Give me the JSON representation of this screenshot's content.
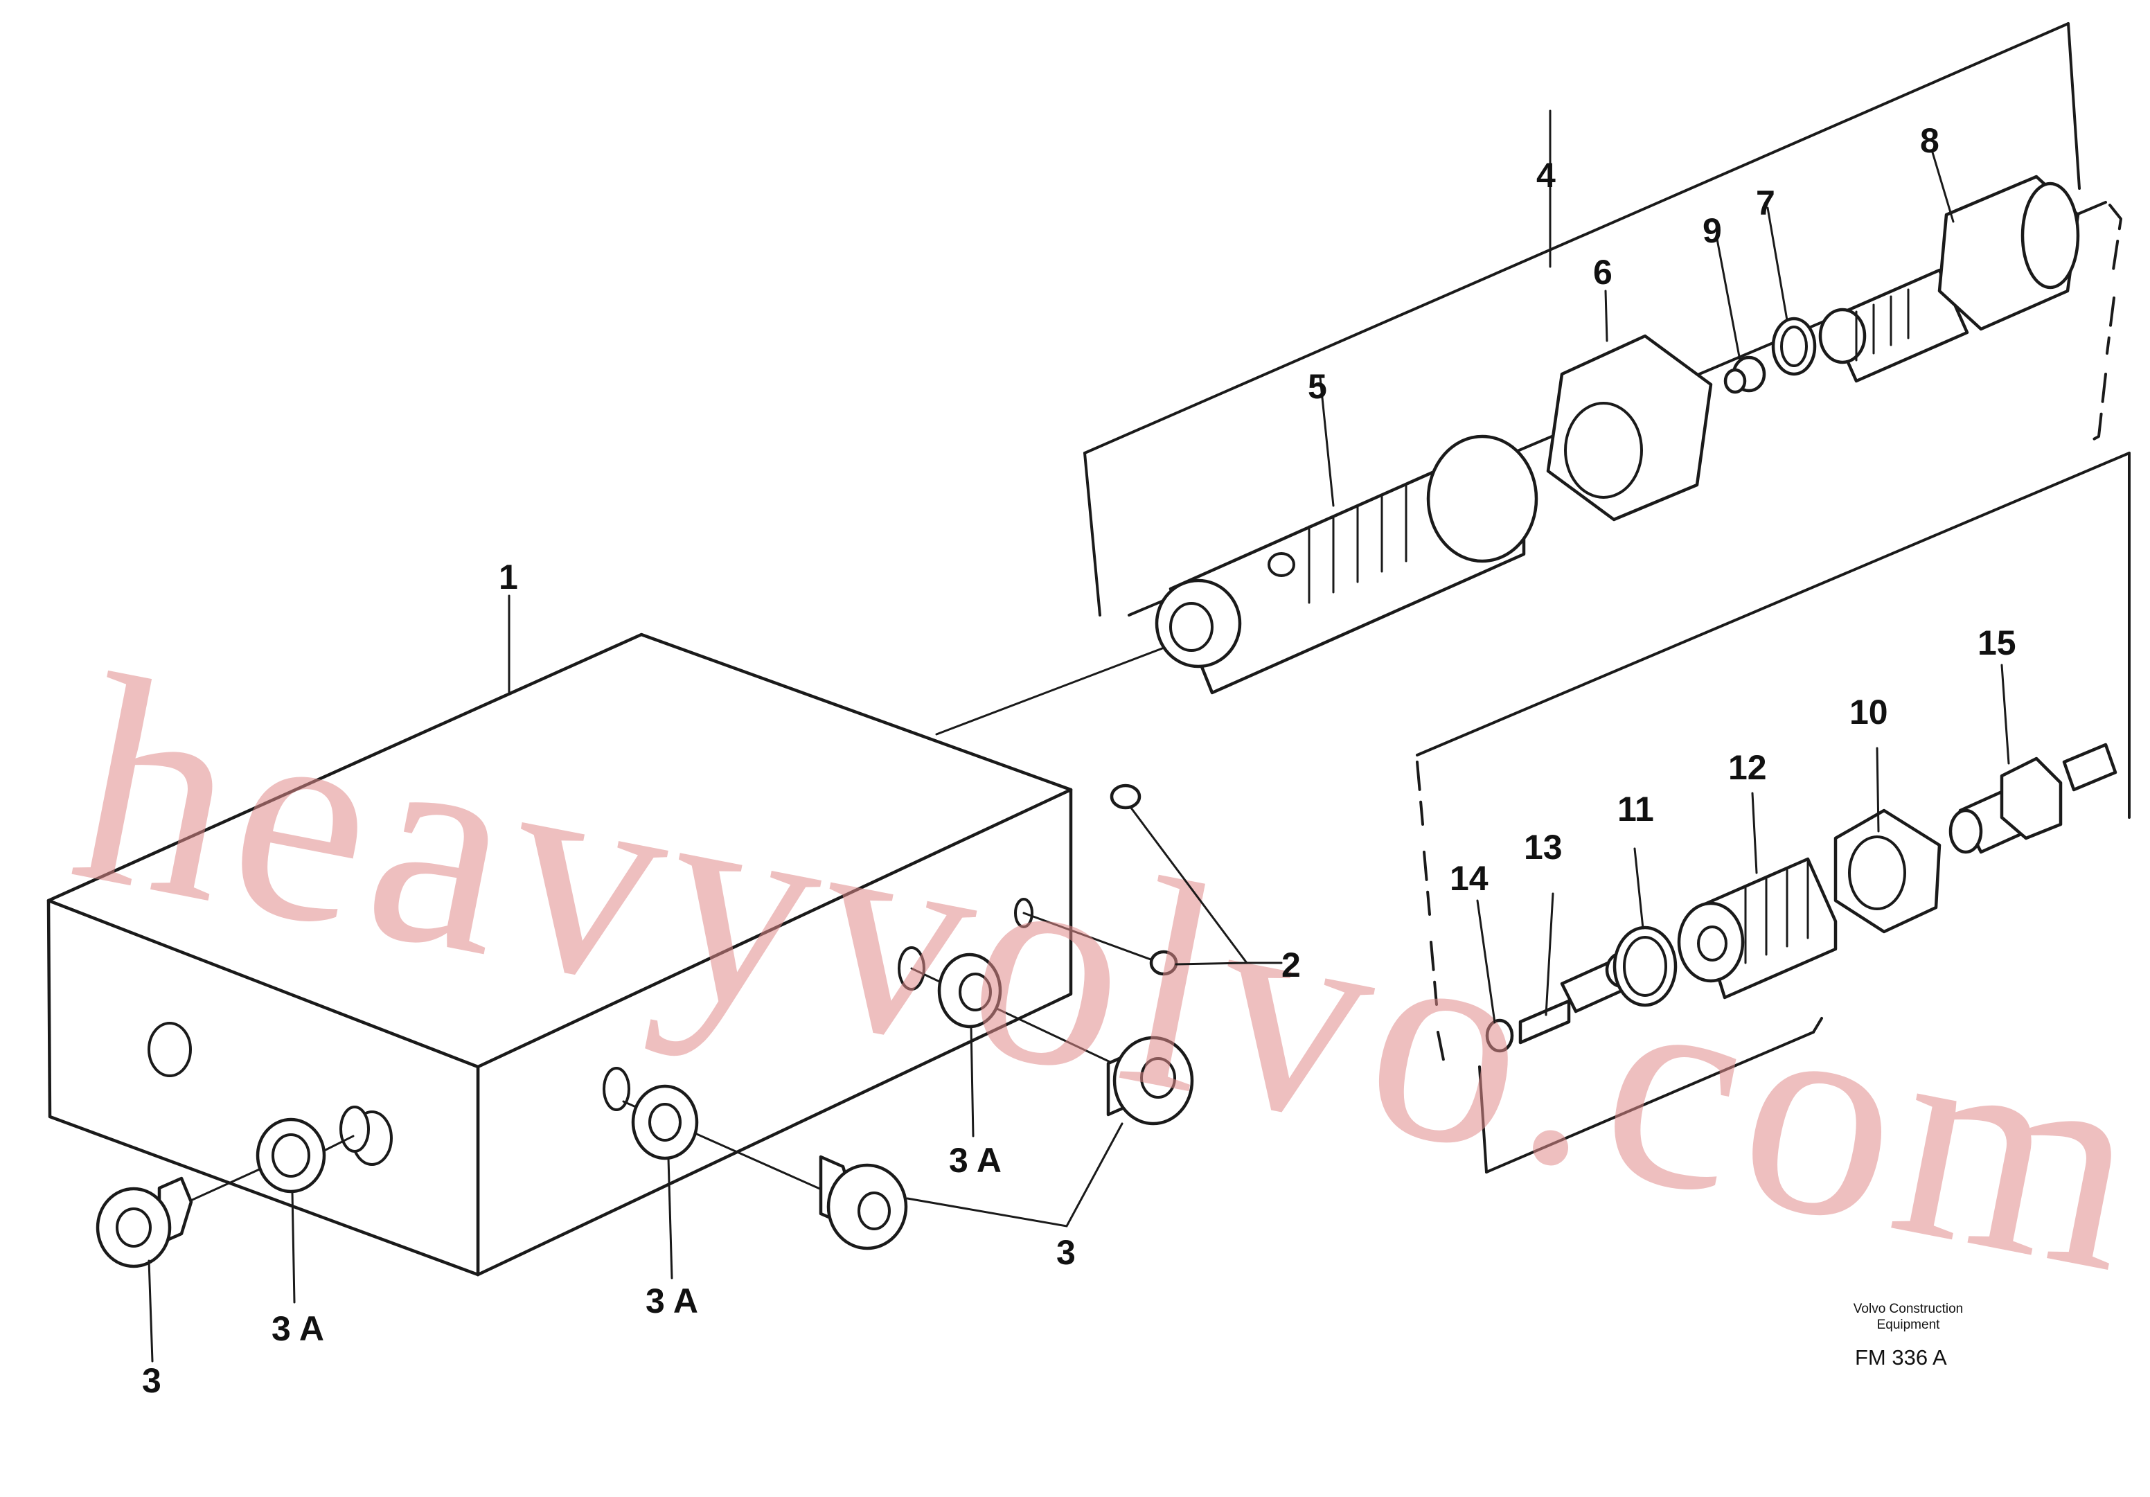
{
  "watermark": "heavyvolvo.com",
  "credit": {
    "line1": "Volvo Construction",
    "line2": "Equipment"
  },
  "figure_code": "FM 336 A",
  "callouts": {
    "c1": "1",
    "c2": "2",
    "c3_left": "3",
    "c3_mid": "3",
    "c3a_left": "3 A",
    "c3a_mid": "3 A",
    "c3a_right": "3 A",
    "c4": "4",
    "c5": "5",
    "c6": "6",
    "c7": "7",
    "c8": "8",
    "c9": "9",
    "c10": "10",
    "c11": "11",
    "c12": "12",
    "c13": "13",
    "c14": "14",
    "c15": "15"
  }
}
